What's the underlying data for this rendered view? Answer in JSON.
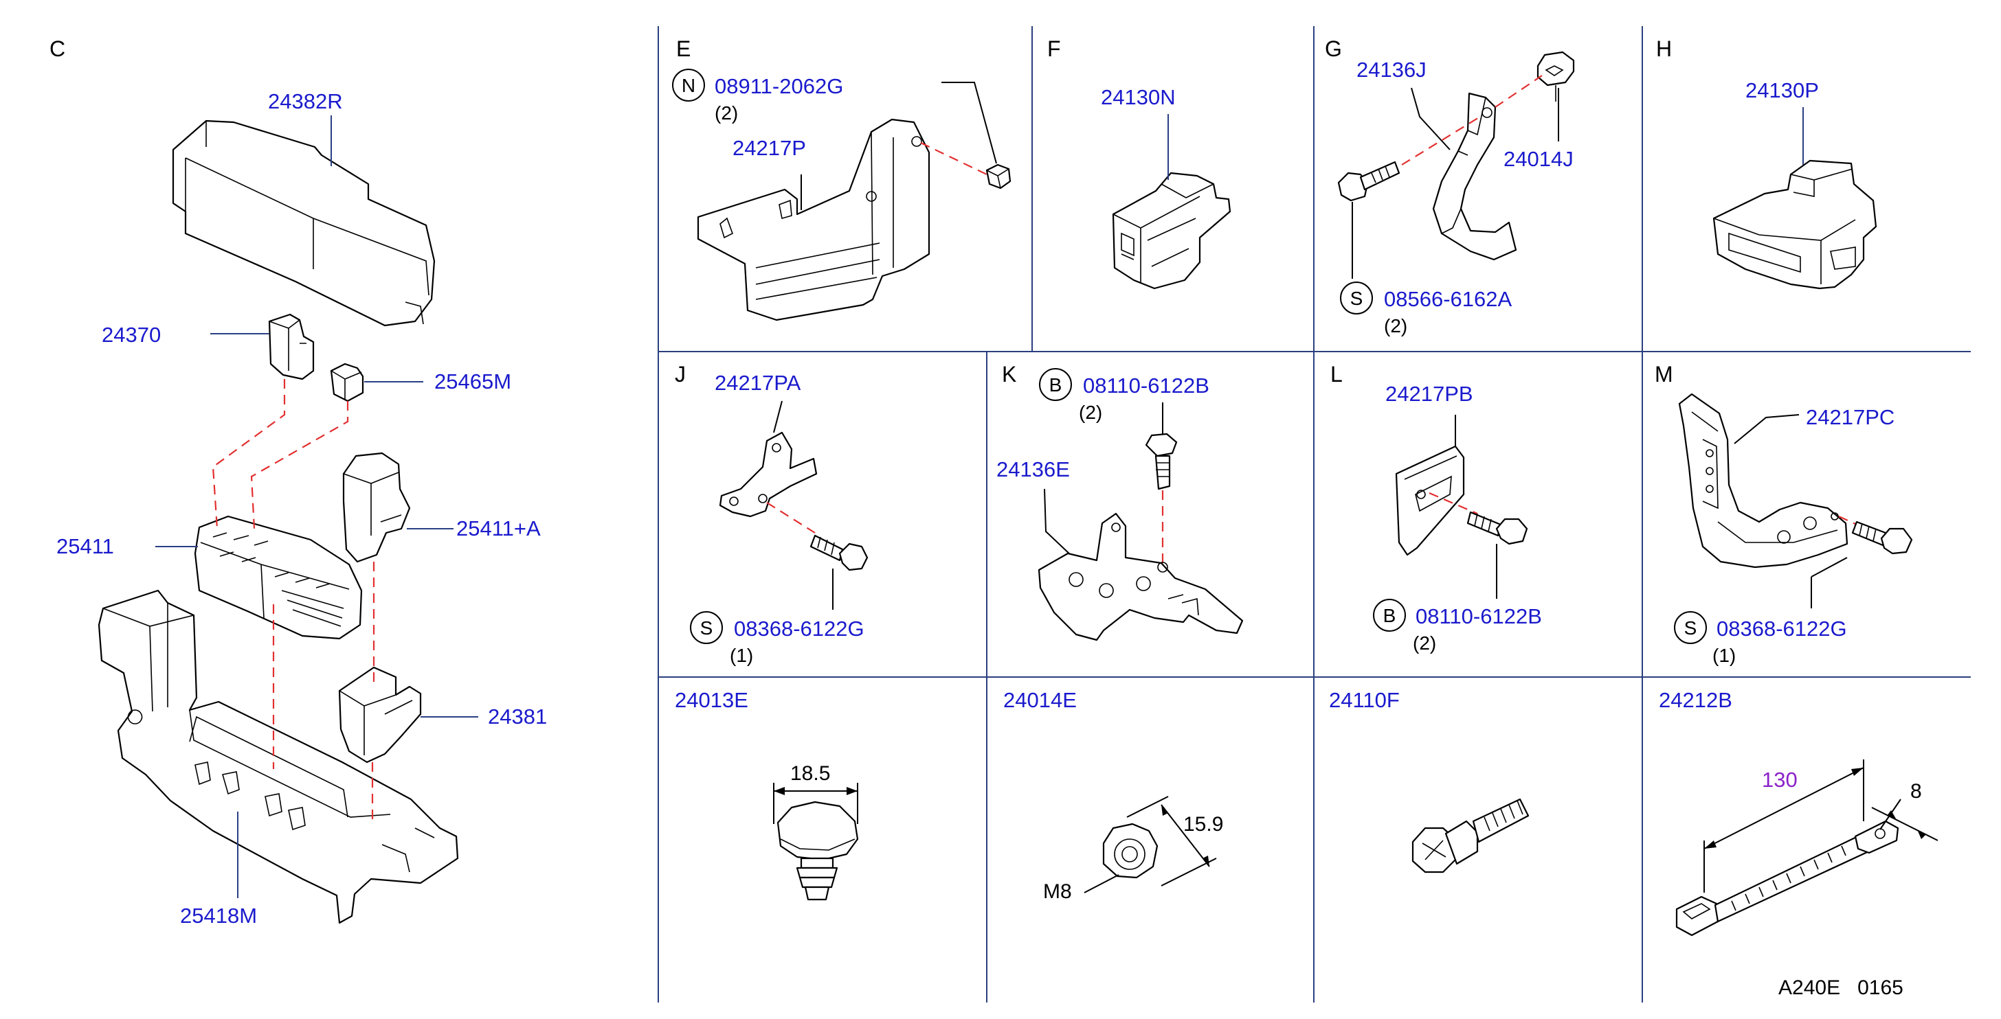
{
  "diagram_code": "A240E   0165",
  "sections": {
    "C": {
      "letter": "C",
      "labels": {
        "p24382R": "24382R",
        "p24370": "24370",
        "p25465M": "25465M",
        "p25411": "25411",
        "p25411A": "25411+A",
        "p24381": "24381",
        "p25418M": "25418M"
      }
    },
    "E": {
      "letter": "E",
      "circle": "N",
      "bolt": "08911-2062G",
      "qty": "(2)",
      "part": "24217P"
    },
    "F": {
      "letter": "F",
      "part": "24130N"
    },
    "G": {
      "letter": "G",
      "part1": "24136J",
      "part2": "24014J",
      "circle": "S",
      "bolt": "08566-6162A",
      "qty": "(2)"
    },
    "H": {
      "letter": "H",
      "part": "24130P"
    },
    "J": {
      "letter": "J",
      "part": "24217PA",
      "circle": "S",
      "bolt": "08368-6122G",
      "qty": "(1)"
    },
    "K": {
      "letter": "K",
      "circle": "B",
      "bolt": "08110-6122B",
      "qty": "(2)",
      "part": "24136E"
    },
    "L": {
      "letter": "L",
      "part": "24217PB",
      "circle": "B",
      "bolt": "08110-6122B",
      "qty": "(2)"
    },
    "M": {
      "letter": "M",
      "part": "24217PC",
      "circle": "S",
      "bolt": "08368-6122G",
      "qty": "(1)"
    },
    "c24013E": {
      "part": "24013E",
      "dim": "18.5"
    },
    "c24014E": {
      "part": "24014E",
      "dim": "15.9",
      "thread": "M8"
    },
    "c24110F": {
      "part": "24110F"
    },
    "c24212B": {
      "part": "24212B",
      "length": "130",
      "width": "8"
    }
  },
  "colors": {
    "part_number": "#1a1acd",
    "dimension": "#8b22c8",
    "grid": "#2b3f7f",
    "dashed": "#e23030"
  }
}
